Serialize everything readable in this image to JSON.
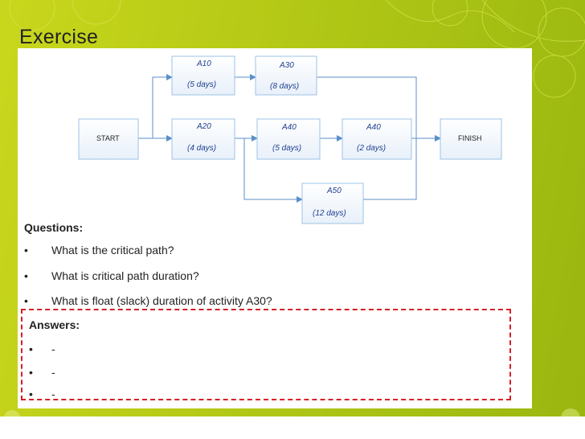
{
  "slide": {
    "title": "Exercise",
    "accent_color": "#b8cb17"
  },
  "diagram": {
    "start_label": "START",
    "finish_label": "FINISH",
    "activities": [
      {
        "name": "A10",
        "duration": "(5 days)"
      },
      {
        "name": "A30",
        "duration": "(8 days)"
      },
      {
        "name": "A20",
        "duration": "(4 days)"
      },
      {
        "name": "A40",
        "duration": "(5 days)"
      },
      {
        "name": "A40",
        "duration": "(2 days)"
      },
      {
        "name": "A50",
        "duration": "(12 days)"
      }
    ],
    "box_color": "#9dc3e6",
    "arrow_color": "#5b8fc9"
  },
  "questions": {
    "heading": "Questions:",
    "items": [
      "What is the critical path?",
      "What is critical path duration?",
      "What is float (slack) duration of activity A30?"
    ]
  },
  "answers": {
    "heading": "Answers:",
    "items": [
      "-",
      "-",
      "-"
    ],
    "border_color": "#d61f26"
  },
  "bullet_glyph": "•"
}
